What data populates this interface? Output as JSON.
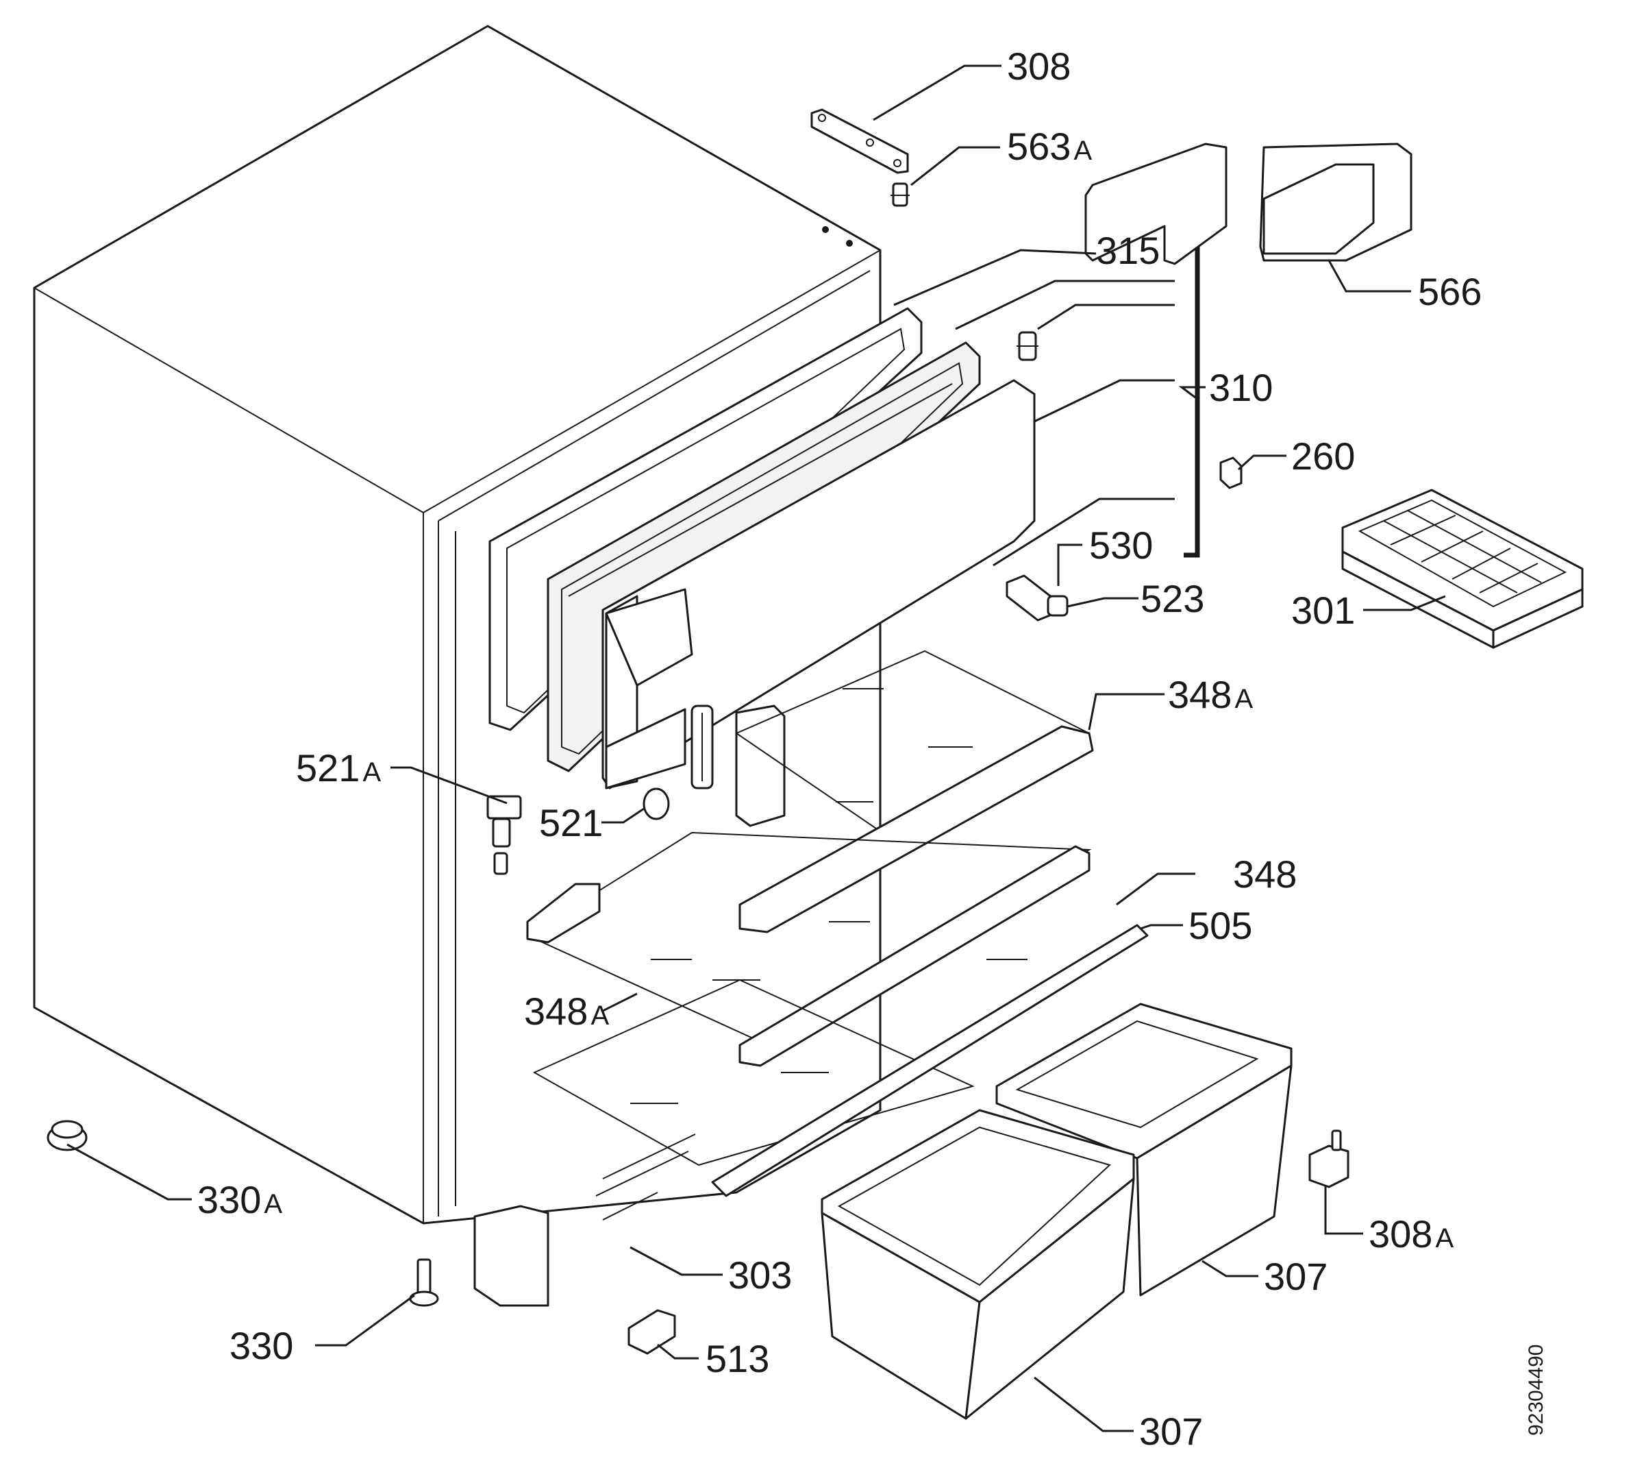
{
  "callouts": {
    "c308": "308",
    "c563a": "563",
    "c563a_suffix": "A",
    "c315": "315",
    "c566": "566",
    "c310": "310",
    "c260": "260",
    "c530": "530",
    "c523": "523",
    "c301": "301",
    "c348a_top": "348",
    "c348a_top_suffix": "A",
    "c521a": "521",
    "c521a_suffix": "A",
    "c521": "521",
    "c348": "348",
    "c505": "505",
    "c348a_mid": "348",
    "c348a_mid_suffix": "A",
    "c330a": "330",
    "c330a_suffix": "A",
    "c308a": "308",
    "c308a_suffix": "A",
    "c303": "303",
    "c307_right": "307",
    "c330": "330",
    "c513": "513",
    "c307_bottom": "307"
  },
  "document_number": "92304490"
}
